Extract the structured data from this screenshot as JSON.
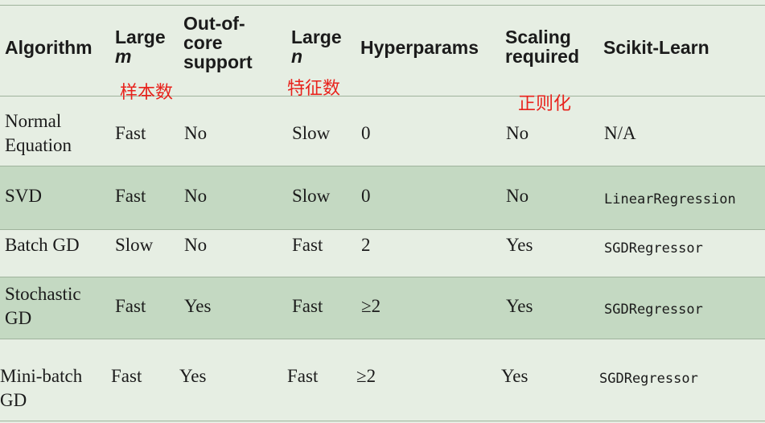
{
  "table": {
    "headers": {
      "algorithm": "Algorithm",
      "large_m_word": "Large",
      "large_m_var": "m",
      "out_of_core": "Out-of-\ncore\nsupport",
      "large_n_word": "Large",
      "large_n_var": "n",
      "hyperparams": "Hyperparams",
      "scaling": "Scaling\nrequired",
      "sklearn": "Scikit-Learn"
    },
    "annotations": {
      "samples": "样本数",
      "features": "特征数",
      "normalization": "正则化"
    },
    "rows": [
      {
        "algorithm": "Normal\nEquation",
        "large_m": "Fast",
        "out_of_core": "No",
        "large_n": "Slow",
        "hyperparams": "0",
        "scaling": "No",
        "sklearn": "N/A"
      },
      {
        "algorithm": "SVD",
        "large_m": "Fast",
        "out_of_core": "No",
        "large_n": "Slow",
        "hyperparams": "0",
        "scaling": "No",
        "sklearn": "LinearRegression"
      },
      {
        "algorithm": "Batch GD",
        "large_m": "Slow",
        "out_of_core": "No",
        "large_n": "Fast",
        "hyperparams": "2",
        "scaling": "Yes",
        "sklearn": "SGDRegressor"
      },
      {
        "algorithm": "Stochastic\nGD",
        "large_m": "Fast",
        "out_of_core": "Yes",
        "large_n": "Fast",
        "hyperparams": "≥2",
        "scaling": "Yes",
        "sklearn": "SGDRegressor"
      },
      {
        "algorithm": "Mini-batch\nGD",
        "large_m": "Fast",
        "out_of_core": "Yes",
        "large_n": "Fast",
        "hyperparams": "≥2",
        "scaling": "Yes",
        "sklearn": "SGDRegressor"
      }
    ]
  },
  "colors": {
    "background": "#e6eee3",
    "shaded_row": "#c4d9c2",
    "rule": "#9fb39c",
    "annotation": "#e8221c"
  }
}
